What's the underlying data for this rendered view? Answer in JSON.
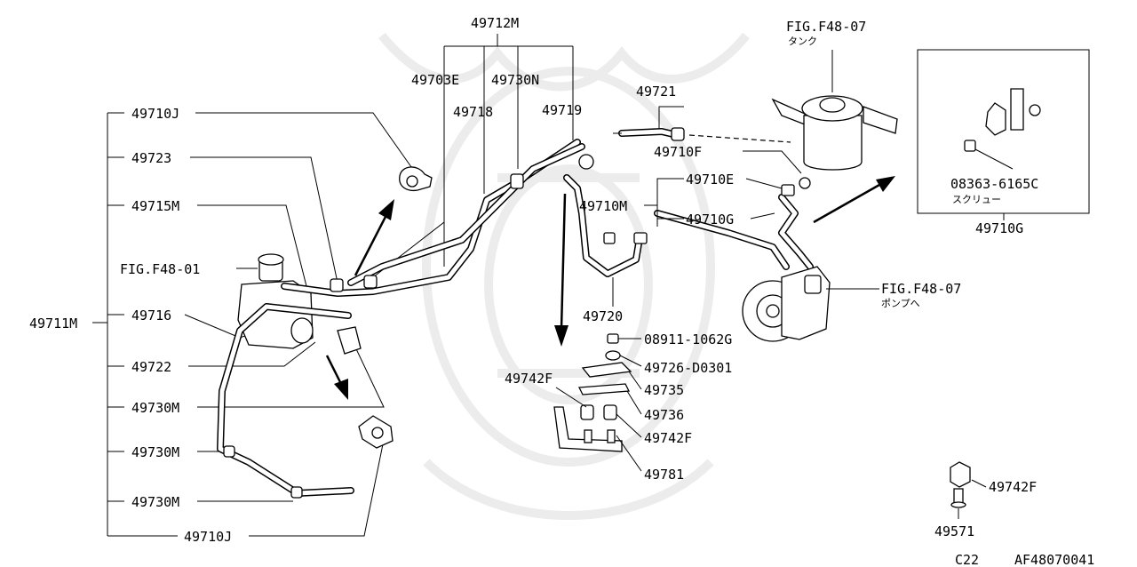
{
  "diagram": {
    "labels": {
      "p49712M": "49712M",
      "p49703E": "49703E",
      "p49730N": "49730N",
      "p49718": "49718",
      "p49719": "49719",
      "p49721": "49721",
      "p49710F": "49710F",
      "p49710E": "49710E",
      "p49710M": "49710M",
      "p49710G_top": "49710G",
      "p49720": "49720",
      "p49710J_top": "49710J",
      "p49723": "49723",
      "p49715M": "49715M",
      "fig_f48_01": "FIG.F48-01",
      "p49711M": "49711M",
      "p49716": "49716",
      "p49722": "49722",
      "p49730M_a": "49730M",
      "p49730M_b": "49730M",
      "p49730M_c": "49730M",
      "p49710J_bottom": "49710J",
      "fig_tank": "FIG.F48-07",
      "tank_jp": "タンク",
      "fig_pump": "FIG.F48-07",
      "pump_jp": "ポンプへ",
      "screw_no": "08363-6165C",
      "screw_jp": "スクリュー",
      "p49710G_box": "49710G",
      "nut_no": "08911-1062G",
      "p49726": "49726-D0301",
      "p49735": "49735",
      "p49736": "49736",
      "p49742F_a": "49742F",
      "p49742F_b": "49742F",
      "p49781": "49781",
      "p49742F_c": "49742F",
      "p49571": "49571",
      "code_c22": "C22",
      "code_af": "AF48070041"
    }
  }
}
